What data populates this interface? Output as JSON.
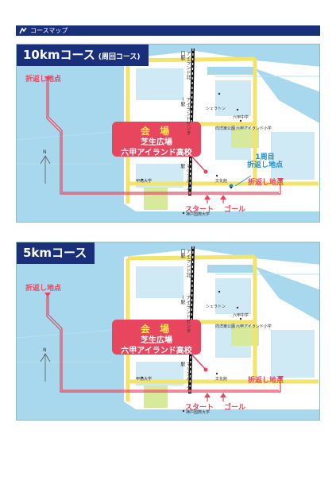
{
  "header": {
    "title": "コースマップ"
  },
  "colors": {
    "navy": "#1a2f7a",
    "route_red": "#e8465f",
    "water": "#a8d8ee",
    "land": "#ffffff",
    "park": "#d7ea9b",
    "road_yellow": "#f2e36b",
    "accent_blue": "#1c8fd0"
  },
  "map1": {
    "title": "10kmコース",
    "subtitle": "(周回コース)",
    "venue": {
      "label": "会 場",
      "line1": "芝生広場",
      "line2": "六甲アイランド高校"
    },
    "turn_west": "折返し地点",
    "turn_east": "折返し地点",
    "turn_first_lap_line1": "1周目",
    "turn_first_lap_line2": "折返し地点",
    "start": "スタート",
    "goal": "ゴール",
    "station_north": "アイランド北口駅",
    "station_center": "アイランドセンター駅",
    "station_marine": "マリンパーク駅",
    "sheraton": "シェラトン",
    "school1": "六甲中学",
    "school2": "六甲アイランド小学",
    "park_name": "向洋東公園",
    "jr_school": "甲南大学",
    "uni": "神戸国際大学",
    "bunka": "文化館",
    "north": "N"
  },
  "map2": {
    "title": "5kmコース",
    "venue": {
      "label": "会 場",
      "line1": "芝生広場",
      "line2": "六甲アイランド高校"
    },
    "turn_west": "折返し地点",
    "turn_east": "折返し地点",
    "start": "スタート",
    "goal": "ゴール",
    "station_north": "アイランド北口駅",
    "station_center": "アイランドセンター駅",
    "station_marine": "マリンパーク駅",
    "sheraton": "シェラトン",
    "school1": "六甲中学",
    "school2": "六甲アイランド小学",
    "park_name": "向洋東公園",
    "jr_school": "甲南大学",
    "uni": "神戸国際大学",
    "bunka": "文化館",
    "north": "N"
  }
}
